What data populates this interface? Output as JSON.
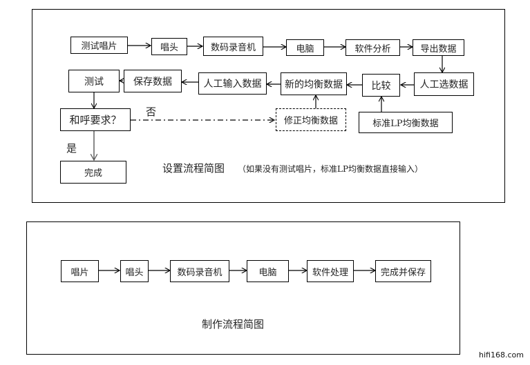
{
  "setup_diagram": {
    "title": "设置流程简图",
    "note": "（如果没有测试唱片，标准LP均衡数据直接输入）",
    "nodes": {
      "test_record": "测试唱片",
      "cartridge": "唱头",
      "digital_recorder": "数码录音机",
      "computer": "电脑",
      "software_analysis": "软件分析",
      "export_data": "导出数据",
      "manual_select": "人工选数据",
      "compare": "比较",
      "standard_lp": "标准LP均衡数据",
      "new_eq": "新的均衡数据",
      "correct_eq": "修正均衡数据",
      "manual_input": "人工输入数据",
      "save_data": "保存数据",
      "test": "测试",
      "meets_req": "和呼要求？",
      "done": "完成"
    },
    "edge_labels": {
      "no": "否",
      "yes": "是"
    }
  },
  "production_diagram": {
    "title": "制作流程简图",
    "nodes": [
      "唱片",
      "唱头",
      "数码录音机",
      "电脑",
      "软件处理",
      "完成并保存"
    ]
  },
  "watermark": "hifi168.com"
}
